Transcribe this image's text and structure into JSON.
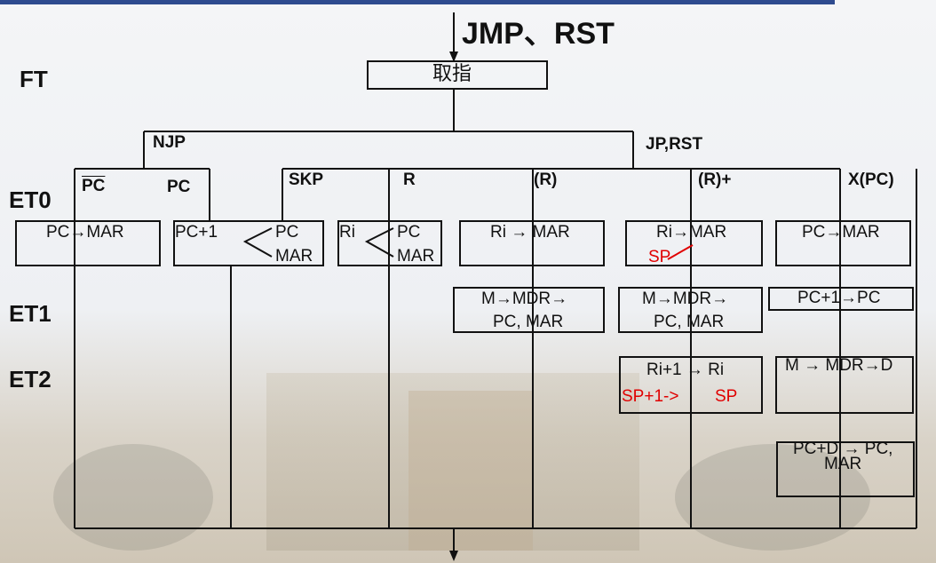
{
  "title": "JMP、RST",
  "phases": {
    "ft": "FT",
    "et0": "ET0",
    "et1": "ET1",
    "et2": "ET2"
  },
  "branches": {
    "njp": "NJP",
    "jprst": "JP,RST"
  },
  "modes": {
    "pc_bar": "PC",
    "pc": "PC",
    "skp": "SKP",
    "r": "R",
    "r_ind": "(R)",
    "r_inc": "(R)+",
    "x_pc": "X(PC)"
  },
  "fetch": "取指",
  "et0": {
    "pc_mar": "PC→MAR",
    "pc1": "PC+1",
    "pc1_pc": "PC",
    "pc1_mar": "MAR",
    "ri": "Ri",
    "ri_pc": "PC",
    "ri_mar": "MAR",
    "ri_to_mar": "Ri → MAR",
    "ri_mar2": "Ri→MAR",
    "sp": "SP",
    "x_pc_mar": "PC→MAR"
  },
  "et1": {
    "m_line1": "M→MDR→",
    "m_line2": "PC, MAR",
    "m2_line1": "M→MDR→",
    "m2_line2": "PC, MAR",
    "pc_inc": "PC+1→PC"
  },
  "et2": {
    "ri_inc": "Ri+1 → Ri",
    "sp_inc": "SP+1->",
    "sp_target": "SP",
    "m_mdr_d": "M → MDR→D",
    "pcd_line1": "PC+D → PC,",
    "pcd_line2": "MAR"
  }
}
